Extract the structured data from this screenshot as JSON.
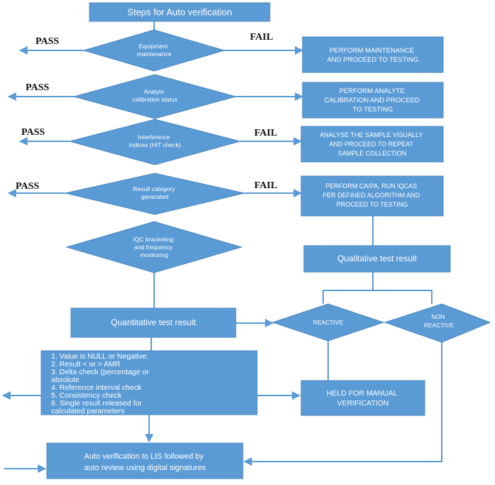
{
  "title": "Steps for Auto verification",
  "decisions": {
    "equipment": [
      "Equipment",
      "maintenance"
    ],
    "calibration": [
      "Analyte",
      "calibration status"
    ],
    "interference": [
      "Interference",
      "Indices (HIT check)"
    ],
    "result_category": [
      "Result category",
      "generated"
    ],
    "iqc": [
      "IQC bracketing",
      "and frequency",
      "monitoring"
    ],
    "reactive": [
      "REACTIVE"
    ],
    "non_reactive": [
      "NON",
      "REACTIVE"
    ]
  },
  "actions": {
    "maintenance": [
      "PERFORM MAINTENANCE",
      "AND PROCEED TO TESTING"
    ],
    "calibration": [
      "PERFORM ANALYTE",
      "CALIBRATION AND PROCEED",
      "TO TESTING"
    ],
    "sample": [
      "ANALYSE THE SAMPLE VISUALLY",
      "AND PROCEED TO REPEAT",
      "SAMPLE COLLECTION"
    ],
    "qc": [
      "PERFORM CA/PA, RUN IQCAS",
      "PER DEFINED ALGORITHM AND",
      "PROCEED TO TESTING"
    ],
    "qualitative": [
      "Qualitative test result"
    ],
    "quantitative": [
      "Quantitative test result"
    ],
    "checks": [
      "1. Value is NULL or Negative.",
      "2. Result < or > AMR",
      "3. Delta check (percentage or",
      "absolute",
      "4. Reference interval check",
      "5. Consistency check",
      "6. Single result released for",
      "calculated parameters"
    ],
    "held": [
      "HELD FOR MANUAL",
      "VERIFICATION"
    ],
    "auto": [
      "Auto verification to LIS followed by",
      "auto review using digital signatures"
    ]
  },
  "labels": {
    "pass": "PASS",
    "fail": "FAIL"
  }
}
